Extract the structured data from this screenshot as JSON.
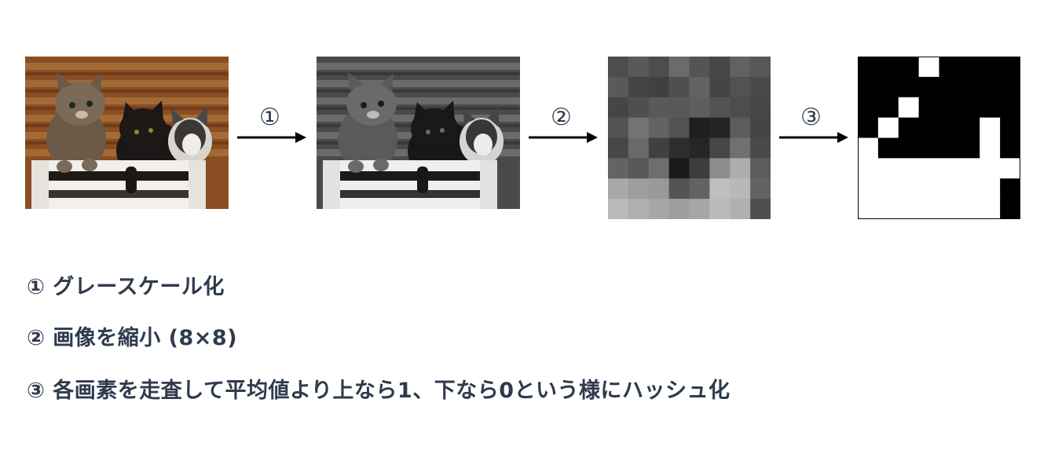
{
  "steps": {
    "marker1": "①",
    "marker2": "②",
    "marker3": "③"
  },
  "captions": {
    "c1": "① グレースケール化",
    "c2": "② 画像を縮小 (8×8)",
    "c3": "③ 各画素を走査して平均値より上なら1、下なら0という様にハッシュ化"
  },
  "pixel_grid": [
    [
      0.3,
      0.35,
      0.3,
      0.42,
      0.33,
      0.28,
      0.38,
      0.34
    ],
    [
      0.35,
      0.27,
      0.25,
      0.31,
      0.39,
      0.27,
      0.32,
      0.29
    ],
    [
      0.27,
      0.31,
      0.35,
      0.35,
      0.37,
      0.33,
      0.3,
      0.28
    ],
    [
      0.32,
      0.45,
      0.39,
      0.32,
      0.12,
      0.14,
      0.36,
      0.27
    ],
    [
      0.28,
      0.41,
      0.25,
      0.18,
      0.15,
      0.28,
      0.44,
      0.29
    ],
    [
      0.39,
      0.35,
      0.43,
      0.1,
      0.24,
      0.55,
      0.68,
      0.36
    ],
    [
      0.66,
      0.62,
      0.6,
      0.33,
      0.39,
      0.75,
      0.72,
      0.39
    ],
    [
      0.73,
      0.69,
      0.65,
      0.62,
      0.65,
      0.73,
      0.69,
      0.31
    ]
  ],
  "hash_bits": [
    [
      0,
      0,
      0,
      1,
      0,
      0,
      0,
      0
    ],
    [
      0,
      0,
      0,
      0,
      0,
      0,
      0,
      0
    ],
    [
      0,
      0,
      1,
      0,
      0,
      0,
      0,
      0
    ],
    [
      0,
      1,
      0,
      0,
      0,
      0,
      1,
      0
    ],
    [
      1,
      0,
      0,
      0,
      0,
      0,
      1,
      0
    ],
    [
      1,
      1,
      1,
      1,
      1,
      1,
      1,
      1
    ],
    [
      1,
      1,
      1,
      1,
      1,
      1,
      1,
      0
    ],
    [
      1,
      1,
      1,
      1,
      1,
      1,
      1,
      0
    ]
  ],
  "colors": {
    "text": "#2f3a4d",
    "arrow": "#000000"
  }
}
